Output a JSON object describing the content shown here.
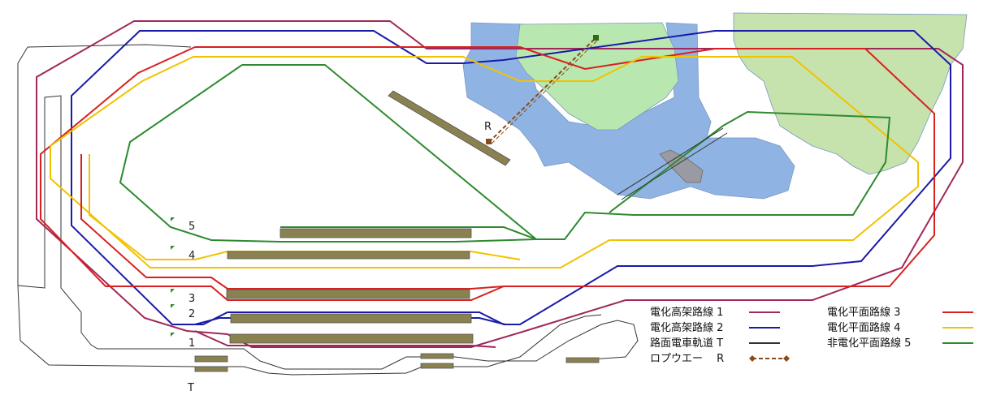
{
  "colors": {
    "elevated_1": "#a0285a",
    "elevated_2": "#1a1aa8",
    "tram_T": "#333333",
    "surface_3": "#d92020",
    "surface_4": "#f2c200",
    "non_electric_5": "#2e8a2e",
    "ropeway_R": "#8a4a1a",
    "water": "#8fb4e3",
    "hill": "#b8e8b0",
    "hill_right": "#c6e2ad",
    "platform": "#8a8150"
  },
  "track_numbers": [
    "5",
    "4",
    "3",
    "2",
    "1"
  ],
  "tram_label": "T",
  "ropeway_label": "R",
  "legend": {
    "left": [
      {
        "label": "電化高架路線 1",
        "color_key": "elevated_1",
        "style": "line"
      },
      {
        "label": "電化高架路線 2",
        "color_key": "elevated_2",
        "style": "line"
      },
      {
        "label": "路面電車軌道 T",
        "color_key": "tram_T",
        "style": "line"
      },
      {
        "label": "ロプウエー　 R",
        "color_key": "ropeway_R",
        "style": "ropeway"
      }
    ],
    "right": [
      {
        "label": "電化平面路線 3",
        "color_key": "surface_3",
        "style": "line"
      },
      {
        "label": "電化平面路線 4",
        "color_key": "surface_4",
        "style": "line"
      },
      {
        "label": "非電化平面路線 5",
        "color_key": "non_electric_5",
        "style": "line"
      }
    ]
  }
}
